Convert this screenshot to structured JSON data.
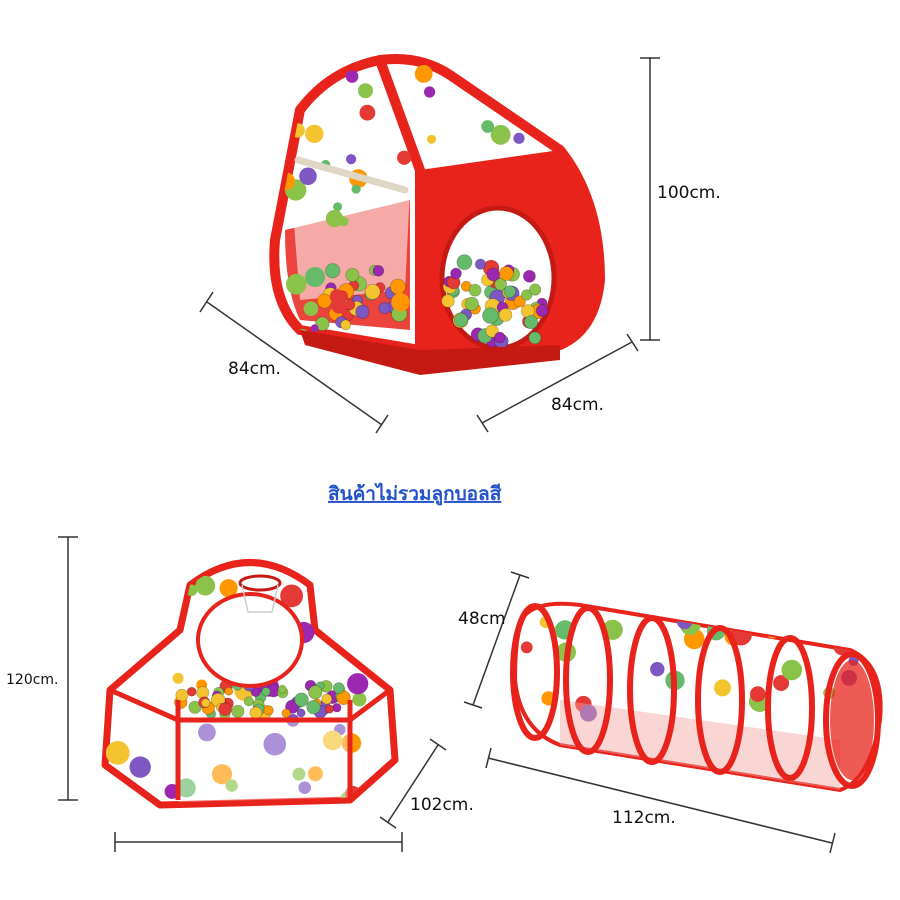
{
  "notice": "สินค้าไม่รวมลูกบอลสี",
  "tent": {
    "width": "84cm.",
    "depth": "84cm.",
    "height": "100cm."
  },
  "ball_pit": {
    "height": "120cm.",
    "width": "102cm."
  },
  "tunnel": {
    "diameter": "48cm",
    "length": "112cm."
  },
  "colors": {
    "fabric_red": "#e8231b",
    "dark_red": "#b8140e",
    "dots": [
      "#f4c430",
      "#8bc34a",
      "#9c27b0",
      "#e53935",
      "#ff9800",
      "#7e57c2",
      "#66bb6a"
    ],
    "notice_blue": "#2452c9"
  }
}
